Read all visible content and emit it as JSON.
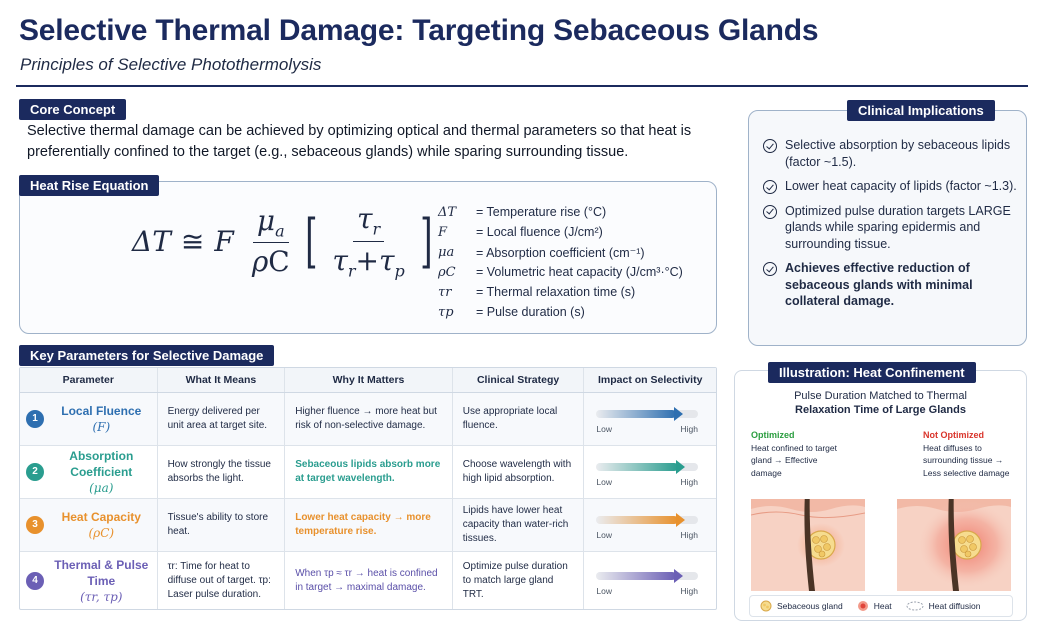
{
  "header": {
    "title": "Selective Thermal Damage: Targeting Sebaceous Glands",
    "subtitle": "Principles of Selective Photothermolysis"
  },
  "core": {
    "tag": "Core Concept",
    "text": "Selective thermal damage can be achieved by optimizing optical and thermal parameters so that heat is preferentially confined to the target (e.g., sebaceous glands) while sparing surrounding tissue."
  },
  "equation": {
    "tag": "Heat Rise Equation",
    "definitions": [
      {
        "symbol": "ΔT",
        "text": "= Temperature rise (°C)"
      },
      {
        "symbol": "F",
        "text": "= Local fluence (J/cm²)"
      },
      {
        "symbol": "μa",
        "text": "= Absorption coefficient (cm⁻¹)"
      },
      {
        "symbol": "ρC",
        "text": "= Volumetric heat capacity (J/cm³·°C)"
      },
      {
        "symbol": "τr",
        "text": "= Thermal relaxation time (s)"
      },
      {
        "symbol": "τp",
        "text": "= Pulse duration (s)"
      }
    ]
  },
  "table": {
    "tag": "Key Parameters for Selective Damage",
    "headers": [
      "Parameter",
      "What It Means",
      "Why It Matters",
      "Clinical Strategy",
      "Impact on Selectivity"
    ],
    "rows": [
      {
        "num": "1",
        "name": "Local Fluence",
        "symbol": "(F)",
        "color": "#2e6fb0",
        "means": "Energy delivered per unit area at target site.",
        "matters": "Higher fluence → more heat but risk of non-selective damage.",
        "matters_color": "#1f2a44",
        "matters_bold": false,
        "strategy": "Use appropriate local fluence.",
        "level": 0.78,
        "low": "Low",
        "high": "High"
      },
      {
        "num": "2",
        "name": "Absorption Coefficient",
        "symbol": "(μa)",
        "color": "#2a9d8f",
        "means": "How strongly the tissue absorbs the light.",
        "matters": "Sebaceous lipids absorb more at target wavelength.",
        "matters_color": "#2a9d8f",
        "matters_bold": true,
        "strategy": "Choose wavelength with high lipid absorption.",
        "level": 0.8,
        "low": "Low",
        "high": "High"
      },
      {
        "num": "3",
        "name": "Heat Capacity",
        "symbol": "(ρC)",
        "color": "#e8912d",
        "means": "Tissue's ability to store heat.",
        "matters": "Lower heat capacity → more temperature rise.",
        "matters_color": "#e8912d",
        "matters_bold": true,
        "strategy": "Lipids have lower heat capacity than water-rich tissues.",
        "level": 0.8,
        "low": "Low",
        "high": "High"
      },
      {
        "num": "4",
        "name": "Thermal & Pulse Time",
        "symbol": "(τr, τp)",
        "color": "#6b5fb5",
        "means": "τr: Time for heat to diffuse out of target. τp: Laser pulse duration.",
        "matters": "When τp ≈ τr → heat is confined in target → maximal damage.",
        "matters_color": "#5a4fa8",
        "matters_bold": false,
        "strategy": "Optimize pulse duration to match large gland TRT.",
        "level": 0.78,
        "low": "Low",
        "high": "High"
      }
    ]
  },
  "clinical": {
    "tag": "Clinical Implications",
    "items": [
      {
        "text": "Selective absorption by sebaceous lipids (factor ~1.5).",
        "bold": false
      },
      {
        "text": "Lower heat capacity of lipids (factor ~1.3).",
        "bold": false
      },
      {
        "text": "Optimized pulse duration targets LARGE glands while sparing epidermis and surrounding tissue.",
        "bold": false
      },
      {
        "text": "Achieves effective reduction of sebaceous glands with minimal collateral damage.",
        "bold": true
      }
    ]
  },
  "illustration": {
    "tag": "Illustration: Heat Confinement",
    "heading_line1": "Pulse Duration Matched to Thermal",
    "heading_line2": "Relaxation Time of Large Glands",
    "optimized": {
      "title": "Optimized",
      "text": "Heat confined to target gland → Effective damage",
      "color": "#2a9d3f"
    },
    "not_optimized": {
      "title": "Not Optimized",
      "text": "Heat diffuses to surrounding tissue → Less selective damage",
      "color": "#d9342b"
    },
    "legend": [
      "Sebaceous gland",
      "Heat",
      "Heat diffusion"
    ]
  }
}
